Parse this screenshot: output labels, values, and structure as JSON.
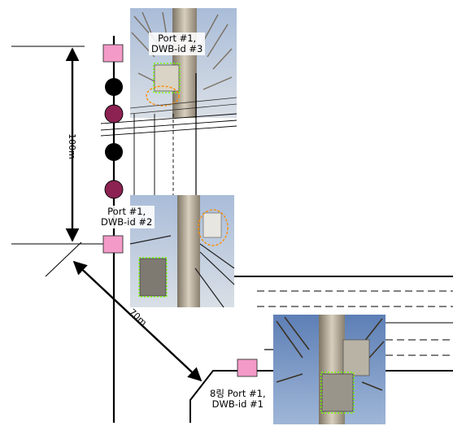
{
  "diagram": {
    "distances": {
      "vertical": "100m",
      "diagonal": "70m"
    },
    "photo_labels": [
      {
        "line1": "Port #1,",
        "line2": "DWB-id #3"
      },
      {
        "line1": "Port #1,",
        "line2": "DWB-id #2"
      },
      {
        "line1": "8링 Port #1,",
        "line2": "DWB-id #1"
      }
    ],
    "colors": {
      "node_pink": "#f39ac8",
      "node_black": "#000000",
      "node_maroon": "#8b2252",
      "highlight_green": "#7CFC00",
      "highlight_orange": "#ff8c00",
      "sky": "#8fa7c9"
    }
  }
}
